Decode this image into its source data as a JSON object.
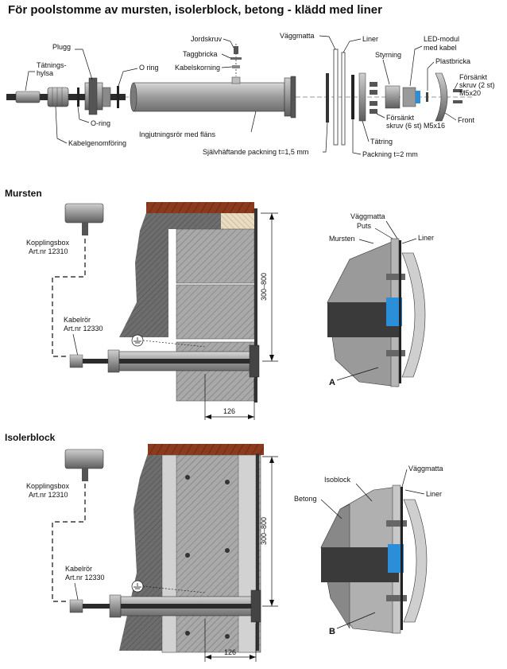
{
  "title": "För poolstomme av mursten, isolerblock, betong - klädd med liner",
  "exploded": {
    "tatningshylsa_l1": "Tätnings-",
    "tatningshylsa_l2": "hylsa",
    "plugg": "Plugg",
    "oring_top": "O ring",
    "oring_bottom": "O-ring",
    "kabelgenomforing": "Kabelgenomföring",
    "jordskruv": "Jordskruv",
    "taggbricka": "Taggbricka",
    "kabelskorning": "Kabelskorning",
    "ingjutningsror": "Ingjutningsrör med fläns",
    "packning_15": "Självhäftande packning t=1,5 mm",
    "vaggmatta": "Väggmatta",
    "liner": "Liner",
    "led_l1": "LED-modul",
    "led_l2": "med kabel",
    "styrning": "Styrning",
    "plastbricka": "Plastbricka",
    "forsankt2_l1": "Försänkt",
    "forsankt2_l2": "skruv (2 st)",
    "forsankt2_l3": "M5x20",
    "front": "Front",
    "forsankt6_l1": "Försänkt",
    "forsankt6_l2": "skruv (6 st) M5x16",
    "tatring": "Tätring",
    "packning_2": "Packning t=2 mm"
  },
  "mursten": {
    "heading": "Mursten",
    "box_l1": "Kopplingsbox",
    "box_l2": "Art.nr 12310",
    "kabelror_l1": "Kabelrör",
    "kabelror_l2": "Art.nr 12330",
    "dim_height": "300–800",
    "dim_width": "126",
    "detail_vaggmatta": "Väggmatta",
    "detail_puts": "Puts",
    "detail_mursten": "Mursten",
    "detail_liner": "Liner",
    "detail_marker": "A"
  },
  "isolerblock": {
    "heading": "Isolerblock",
    "box_l1": "Kopplingsbox",
    "box_l2": "Art.nr 12310",
    "kabelror_l1": "Kabelrör",
    "kabelror_l2": "Art.nr 12330",
    "dim_height": "300–800",
    "dim_width": "126",
    "detail_vaggmatta": "Väggmatta",
    "detail_isoblock": "Isoblock",
    "detail_betong": "Betong",
    "detail_liner": "Liner",
    "detail_marker": "B"
  },
  "colors": {
    "brick": "#8b3a1e",
    "pipe": "#9a9a9a",
    "led_blue": "#2a8fd8",
    "masonry": "#7a7a7a"
  }
}
